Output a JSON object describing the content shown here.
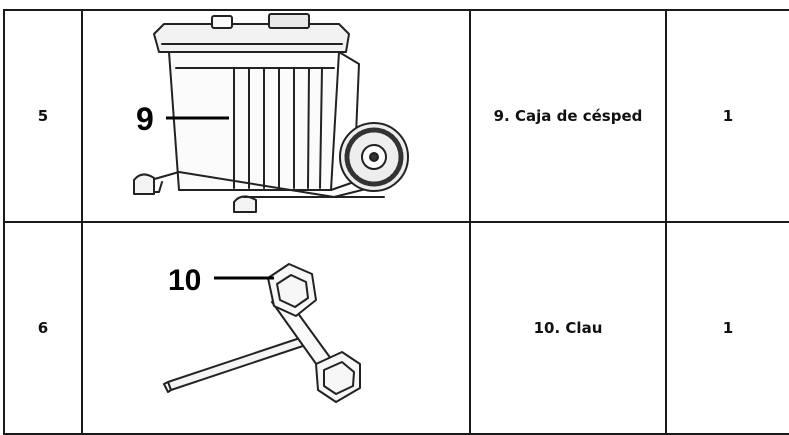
{
  "rows": [
    {
      "number": "5",
      "callout": "9",
      "part_icon": "grass-catcher-box-icon",
      "description": "9. Caja de césped",
      "quantity": "1"
    },
    {
      "number": "6",
      "callout": "10",
      "part_icon": "socket-wrench-icon",
      "description": "10. Clau",
      "quantity": "1"
    }
  ]
}
